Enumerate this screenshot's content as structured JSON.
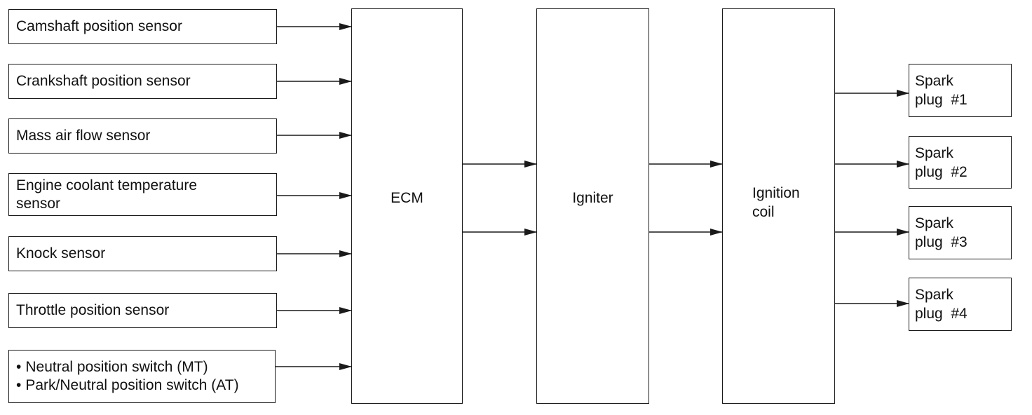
{
  "diagram": {
    "inputs": [
      {
        "lines": [
          "Camshaft position sensor"
        ]
      },
      {
        "lines": [
          "Crankshaft position sensor"
        ]
      },
      {
        "lines": [
          "Mass air flow sensor"
        ]
      },
      {
        "lines": [
          "Engine coolant temperature",
          "sensor"
        ]
      },
      {
        "lines": [
          "Knock sensor"
        ]
      },
      {
        "lines": [
          "Throttle position sensor"
        ]
      },
      {
        "lines": [
          "Neutral position switch (MT)",
          "Park/Neutral position switch (AT)"
        ],
        "bulleted": true
      }
    ],
    "ecm": {
      "label": "ECM"
    },
    "igniter": {
      "label": "Igniter"
    },
    "ignition_coil": {
      "lines": [
        "Ignition",
        "coil"
      ]
    },
    "spark_plugs": [
      {
        "lines": [
          "Spark",
          "plug  #1"
        ]
      },
      {
        "lines": [
          "Spark",
          "plug  #2"
        ]
      },
      {
        "lines": [
          "Spark",
          "plug  #3"
        ]
      },
      {
        "lines": [
          "Spark",
          "plug  #4"
        ]
      }
    ],
    "line_color": "#1a1a1a"
  }
}
